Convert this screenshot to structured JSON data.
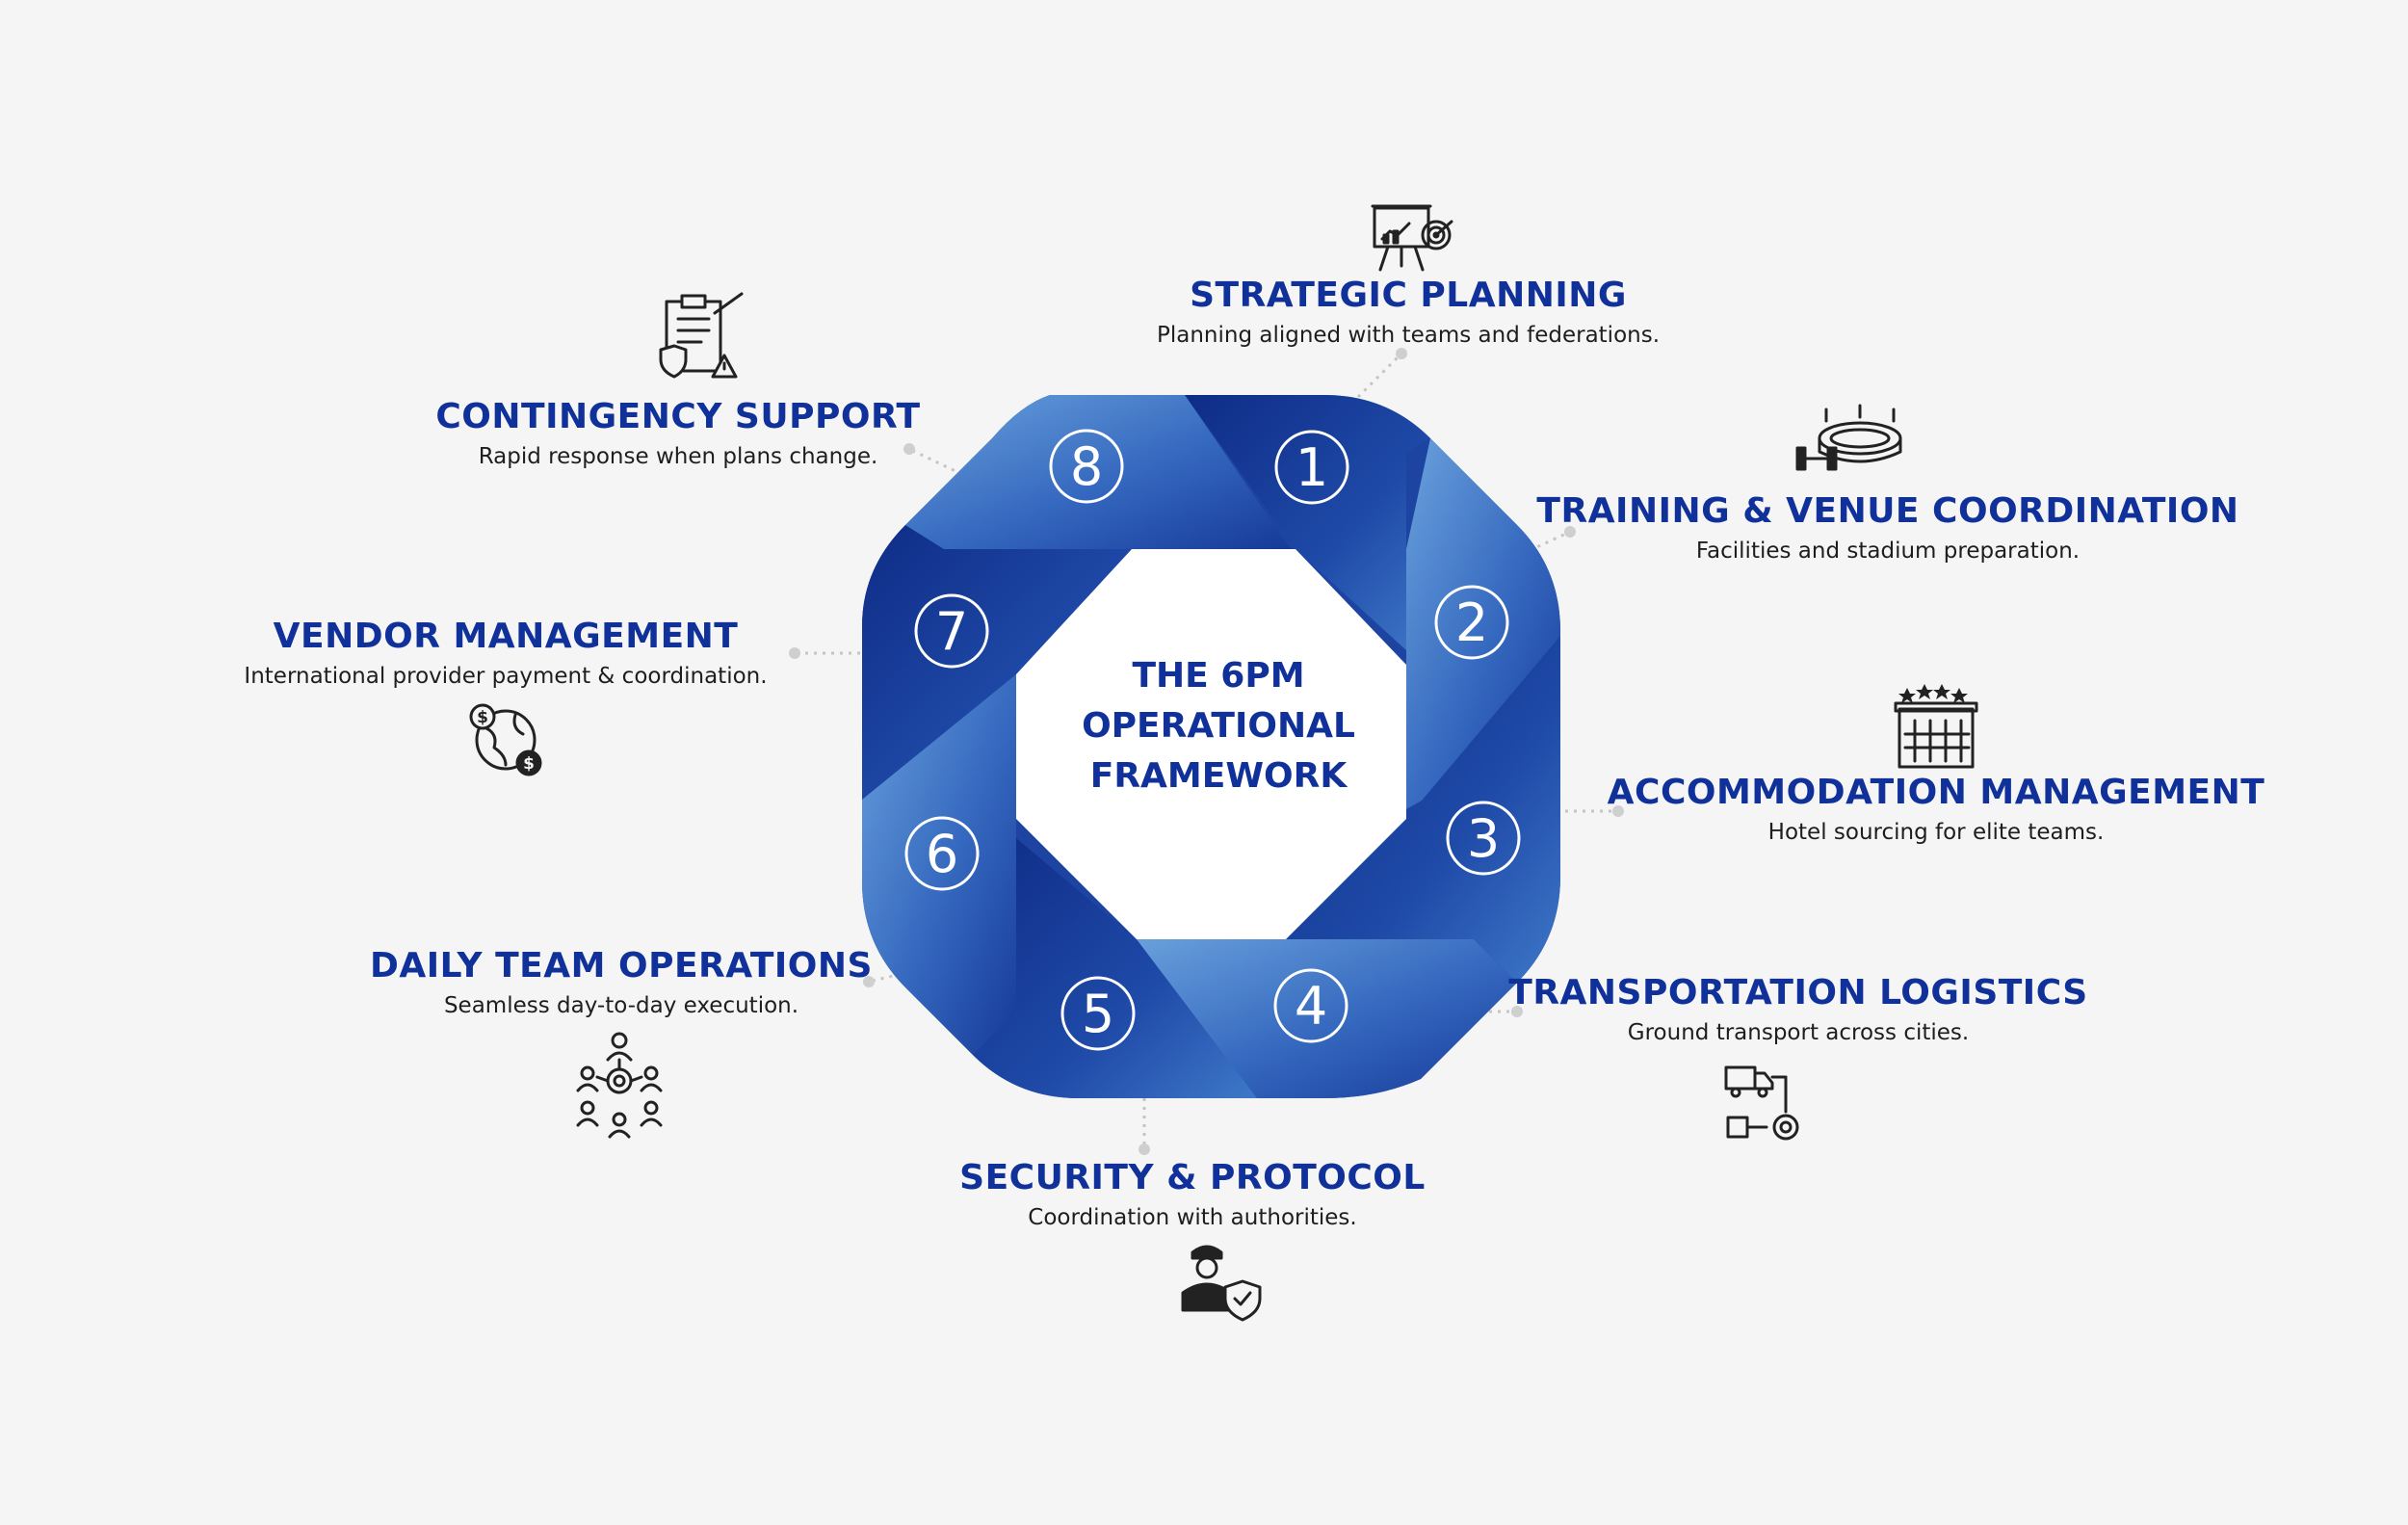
{
  "center_title": "THE 6PM\nOPERATIONAL\nFRAMEWORK",
  "colors": {
    "title": "#10309a",
    "ring_dark": "#0f2f8e",
    "ring_mid": "#2a5cb8",
    "ring_light": "#5b95d6",
    "connector": "#c4c4c4",
    "background": "#f5f5f5",
    "text": "#1e1e1e"
  },
  "steps": [
    {
      "number": "1",
      "title": "STRATEGIC PLANNING",
      "description": "Planning aligned with teams and federations.",
      "icon": "presentation-target-icon"
    },
    {
      "number": "2",
      "title": "TRAINING & VENUE COORDINATION",
      "description": "Facilities and stadium preparation.",
      "icon": "stadium-dumbbell-icon"
    },
    {
      "number": "3",
      "title": "ACCOMMODATION MANAGEMENT",
      "description": "Hotel sourcing for elite teams.",
      "icon": "hotel-stars-icon"
    },
    {
      "number": "4",
      "title": "TRANSPORTATION LOGISTICS",
      "description": "Ground transport across cities.",
      "icon": "truck-logistics-icon"
    },
    {
      "number": "5",
      "title": "SECURITY & PROTOCOL",
      "description": "Coordination with authorities.",
      "icon": "security-officer-shield-icon"
    },
    {
      "number": "6",
      "title": "DAILY TEAM OPERATIONS",
      "description": "Seamless day-to-day execution.",
      "icon": "team-network-gear-icon"
    },
    {
      "number": "7",
      "title": "VENDOR MANAGEMENT",
      "description": "International provider payment & coordination.",
      "icon": "global-payment-icon"
    },
    {
      "number": "8",
      "title": "CONTINGENCY SUPPORT",
      "description": "Rapid response when plans change.",
      "icon": "clipboard-warning-icon"
    }
  ]
}
